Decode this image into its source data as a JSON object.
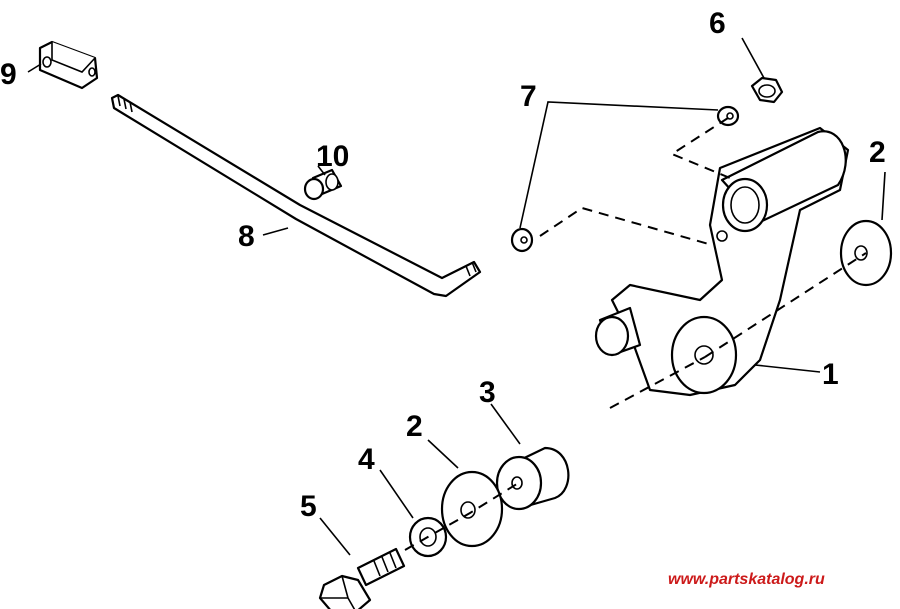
{
  "diagram": {
    "callouts": [
      {
        "id": "1",
        "label": "1"
      },
      {
        "id": "2a",
        "label": "2"
      },
      {
        "id": "2b",
        "label": "2"
      },
      {
        "id": "3",
        "label": "3"
      },
      {
        "id": "4",
        "label": "4"
      },
      {
        "id": "5",
        "label": "5"
      },
      {
        "id": "6",
        "label": "6"
      },
      {
        "id": "7",
        "label": "7"
      },
      {
        "id": "8",
        "label": "8"
      },
      {
        "id": "9",
        "label": "9"
      },
      {
        "id": "10",
        "label": "10"
      }
    ],
    "watermark": "www.partskatalog.ru",
    "colors": {
      "line": "#000000",
      "background": "#ffffff",
      "watermark": "#cc1a1a"
    }
  }
}
